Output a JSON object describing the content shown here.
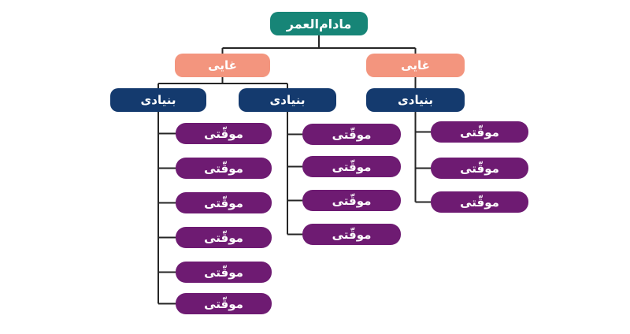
{
  "diagram": {
    "root": {
      "label": "مادام‌العمر"
    },
    "level2": [
      {
        "label": "غایی"
      },
      {
        "label": "غایی"
      }
    ],
    "level3": [
      {
        "label": "بنیادی"
      },
      {
        "label": "بنیادی"
      },
      {
        "label": "بنیادی"
      }
    ],
    "columns": [
      {
        "leaves": [
          "موقّتی",
          "موقّتی",
          "موقّتی",
          "موقّتی",
          "موقّتی",
          "موقّتی"
        ]
      },
      {
        "leaves": [
          "موقّتی",
          "موقّتی",
          "موقّتی",
          "موقّتی"
        ]
      },
      {
        "leaves": [
          "موقّتی",
          "موقّتی",
          "موقّتی"
        ]
      }
    ]
  },
  "colors": {
    "root": "#178577",
    "level2": "#f3957e",
    "level3": "#143a6e",
    "leaf": "#6e1b72",
    "connector": "#262626",
    "text": "#ffffff",
    "background": "#ffffff"
  }
}
